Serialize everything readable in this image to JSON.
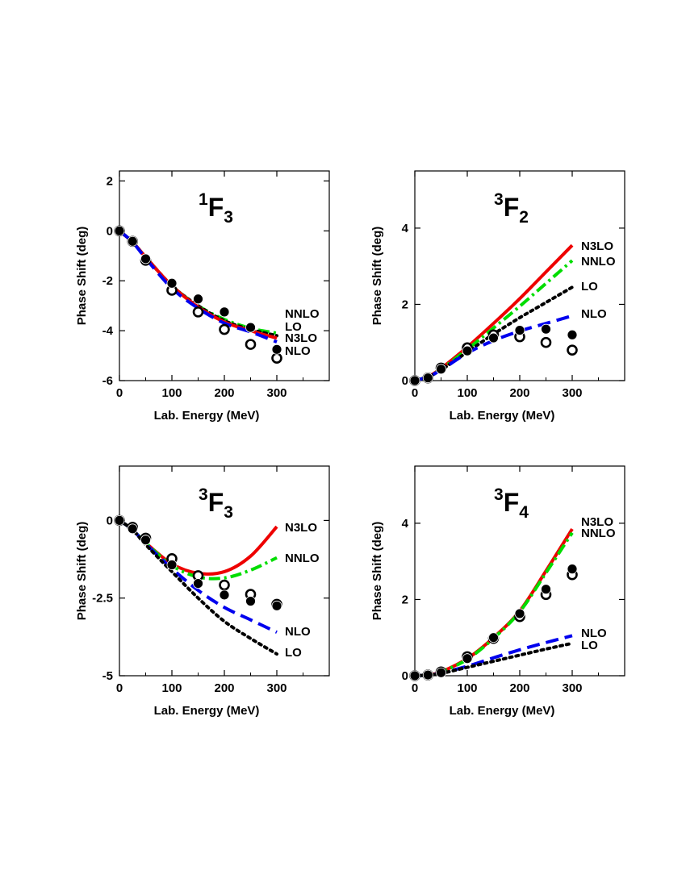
{
  "chart_data": [
    {
      "type": "line",
      "title": {
        "sup": "1",
        "main": "F",
        "sub": "3"
      },
      "xlabel": "Lab. Energy (MeV)",
      "ylabel": "Phase Shift (deg)",
      "xlim": [
        0,
        400
      ],
      "ylim": [
        -6,
        2.4
      ],
      "xticks": [
        0,
        100,
        200,
        300
      ],
      "yticks": [
        -6,
        -4,
        -2,
        0,
        2
      ],
      "yticklabels": [
        "-6",
        "-4",
        "-2",
        "0",
        "2"
      ],
      "series": [
        {
          "name": "NNLO",
          "color": "#00dd00",
          "dash": "dashdot",
          "x": [
            0,
            25,
            50,
            100,
            150,
            200,
            250,
            300
          ],
          "y": [
            0,
            -0.45,
            -1.05,
            -2.2,
            -3.0,
            -3.55,
            -3.9,
            -4.1
          ]
        },
        {
          "name": "LO",
          "color": "#000000",
          "dash": "dot",
          "x": [
            0,
            25,
            50,
            100,
            150,
            200,
            250,
            300
          ],
          "y": [
            0,
            -0.45,
            -1.05,
            -2.2,
            -3.0,
            -3.6,
            -3.95,
            -4.2
          ]
        },
        {
          "name": "N3LO",
          "color": "#ee0000",
          "dash": "solid",
          "x": [
            0,
            25,
            50,
            100,
            150,
            200,
            250,
            300
          ],
          "y": [
            0,
            -0.45,
            -1.05,
            -2.2,
            -3.05,
            -3.65,
            -4.0,
            -4.3
          ]
        },
        {
          "name": "NLO",
          "color": "#0000ee",
          "dash": "dash",
          "x": [
            0,
            25,
            50,
            100,
            150,
            200,
            250,
            300
          ],
          "y": [
            0,
            -0.45,
            -1.1,
            -2.3,
            -3.1,
            -3.7,
            -4.05,
            -4.45
          ]
        }
      ],
      "series_label_order": [
        "NNLO",
        "LO",
        "N3LO",
        "NLO"
      ],
      "data_filled": {
        "x": [
          0,
          25,
          50,
          100,
          150,
          200,
          250,
          300
        ],
        "y": [
          0,
          -0.42,
          -1.12,
          -2.1,
          -2.73,
          -3.25,
          -3.87,
          -4.75
        ]
      },
      "data_open": {
        "x": [
          0,
          25,
          50,
          100,
          150,
          200,
          250,
          300
        ],
        "y": [
          0,
          -0.42,
          -1.18,
          -2.38,
          -3.25,
          -3.95,
          -4.55,
          -5.1
        ]
      }
    },
    {
      "type": "line",
      "title": {
        "sup": "3",
        "main": "F",
        "sub": "2"
      },
      "xlabel": "Lab. Energy (MeV)",
      "ylabel": "Phase Shift (deg)",
      "xlim": [
        0,
        400
      ],
      "ylim": [
        0,
        5.5
      ],
      "xticks": [
        0,
        100,
        200,
        300
      ],
      "yticks": [
        0,
        2,
        4
      ],
      "yticklabels": [
        "0",
        "2",
        "4"
      ],
      "series": [
        {
          "name": "N3LO",
          "color": "#ee0000",
          "dash": "solid",
          "x": [
            0,
            25,
            50,
            100,
            150,
            200,
            250,
            300
          ],
          "y": [
            0,
            0.1,
            0.32,
            0.88,
            1.5,
            2.15,
            2.85,
            3.55
          ]
        },
        {
          "name": "NNLO",
          "color": "#00dd00",
          "dash": "dashdot",
          "x": [
            0,
            25,
            50,
            100,
            150,
            200,
            250,
            300
          ],
          "y": [
            0,
            0.1,
            0.3,
            0.82,
            1.38,
            1.95,
            2.55,
            3.15
          ]
        },
        {
          "name": "LO",
          "color": "#000000",
          "dash": "dot",
          "x": [
            0,
            25,
            50,
            100,
            150,
            200,
            250,
            300
          ],
          "y": [
            0,
            0.1,
            0.28,
            0.75,
            1.22,
            1.65,
            2.05,
            2.45
          ]
        },
        {
          "name": "NLO",
          "color": "#0000ee",
          "dash": "dash",
          "x": [
            0,
            25,
            50,
            100,
            150,
            200,
            250,
            300
          ],
          "y": [
            0,
            0.1,
            0.28,
            0.72,
            1.05,
            1.3,
            1.5,
            1.7
          ]
        }
      ],
      "series_label_order": [
        "N3LO",
        "NNLO",
        "LO",
        "NLO"
      ],
      "data_filled": {
        "x": [
          0,
          25,
          50,
          100,
          150,
          200,
          250,
          300
        ],
        "y": [
          0,
          0.07,
          0.3,
          0.78,
          1.12,
          1.32,
          1.35,
          1.2
        ]
      },
      "data_open": {
        "x": [
          0,
          25,
          50,
          100,
          150,
          200,
          250,
          300
        ],
        "y": [
          0,
          0.07,
          0.33,
          0.86,
          1.2,
          1.15,
          1.0,
          0.8
        ]
      }
    },
    {
      "type": "line",
      "title": {
        "sup": "3",
        "main": "F",
        "sub": "3"
      },
      "xlabel": "Lab. Energy (MeV)",
      "ylabel": "Phase Shift (deg)",
      "xlim": [
        0,
        400
      ],
      "ylim": [
        -5,
        1.75
      ],
      "xticks": [
        0,
        100,
        200,
        300
      ],
      "yticks": [
        -5,
        -2.5,
        0
      ],
      "yticklabels": [
        "-5",
        "-2.5",
        "0"
      ],
      "series": [
        {
          "name": "N3LO",
          "color": "#ee0000",
          "dash": "solid",
          "x": [
            0,
            25,
            50,
            100,
            150,
            200,
            250,
            300
          ],
          "y": [
            0,
            -0.3,
            -0.72,
            -1.4,
            -1.7,
            -1.65,
            -1.15,
            -0.2
          ]
        },
        {
          "name": "NNLO",
          "color": "#00dd00",
          "dash": "dashdot",
          "x": [
            0,
            25,
            50,
            100,
            150,
            200,
            250,
            300
          ],
          "y": [
            0,
            -0.3,
            -0.72,
            -1.45,
            -1.82,
            -1.85,
            -1.6,
            -1.2
          ]
        },
        {
          "name": "NLO",
          "color": "#0000ee",
          "dash": "dash",
          "x": [
            0,
            25,
            50,
            100,
            150,
            200,
            250,
            300
          ],
          "y": [
            0,
            -0.3,
            -0.75,
            -1.55,
            -2.25,
            -2.8,
            -3.2,
            -3.6
          ]
        },
        {
          "name": "LO",
          "color": "#000000",
          "dash": "dot",
          "x": [
            0,
            25,
            50,
            100,
            150,
            200,
            250,
            300
          ],
          "y": [
            0,
            -0.3,
            -0.78,
            -1.65,
            -2.5,
            -3.25,
            -3.8,
            -4.3
          ]
        }
      ],
      "series_label_order": [
        "N3LO",
        "NNLO",
        "NLO",
        "LO"
      ],
      "data_filled": {
        "x": [
          0,
          25,
          50,
          100,
          150,
          200,
          250,
          300
        ],
        "y": [
          0,
          -0.27,
          -0.63,
          -1.43,
          -2.03,
          -2.4,
          -2.6,
          -2.75
        ]
      },
      "data_open": {
        "x": [
          0,
          25,
          50,
          100,
          150,
          200,
          250,
          300
        ],
        "y": [
          0,
          -0.22,
          -0.57,
          -1.23,
          -1.78,
          -2.08,
          -2.38,
          -2.7
        ]
      }
    },
    {
      "type": "line",
      "title": {
        "sup": "3",
        "main": "F",
        "sub": "4"
      },
      "xlabel": "Lab. Energy (MeV)",
      "ylabel": "Phase Shift (deg)",
      "xlim": [
        0,
        400
      ],
      "ylim": [
        0,
        5.5
      ],
      "xticks": [
        0,
        100,
        200,
        300
      ],
      "yticks": [
        0,
        2,
        4
      ],
      "yticklabels": [
        "0",
        "2",
        "4"
      ],
      "series": [
        {
          "name": "N3LO",
          "color": "#ee0000",
          "dash": "solid",
          "x": [
            0,
            25,
            50,
            100,
            150,
            200,
            250,
            300
          ],
          "y": [
            0,
            0.02,
            0.1,
            0.45,
            1.0,
            1.7,
            2.75,
            3.85
          ]
        },
        {
          "name": "NNLO",
          "color": "#00dd00",
          "dash": "dashdot",
          "x": [
            0,
            25,
            50,
            100,
            150,
            200,
            250,
            300
          ],
          "y": [
            0,
            0.02,
            0.1,
            0.43,
            0.98,
            1.68,
            2.7,
            3.75
          ]
        },
        {
          "name": "NLO",
          "color": "#0000ee",
          "dash": "dash",
          "x": [
            0,
            25,
            50,
            100,
            150,
            200,
            250,
            300
          ],
          "y": [
            0,
            0.02,
            0.07,
            0.25,
            0.47,
            0.68,
            0.87,
            1.05
          ]
        },
        {
          "name": "LO",
          "color": "#000000",
          "dash": "dot",
          "x": [
            0,
            25,
            50,
            100,
            150,
            200,
            250,
            300
          ],
          "y": [
            0,
            0.02,
            0.06,
            0.22,
            0.38,
            0.54,
            0.7,
            0.85
          ]
        }
      ],
      "series_label_order": [
        "N3LO",
        "NNLO",
        "NLO",
        "LO"
      ],
      "data_filled": {
        "x": [
          0,
          25,
          50,
          100,
          150,
          200,
          250,
          300
        ],
        "y": [
          0,
          0.02,
          0.08,
          0.45,
          1.0,
          1.63,
          2.27,
          2.8
        ]
      },
      "data_open": {
        "x": [
          0,
          25,
          50,
          100,
          150,
          200,
          250,
          300
        ],
        "y": [
          0,
          0.02,
          0.1,
          0.5,
          0.98,
          1.55,
          2.13,
          2.65
        ]
      }
    }
  ]
}
